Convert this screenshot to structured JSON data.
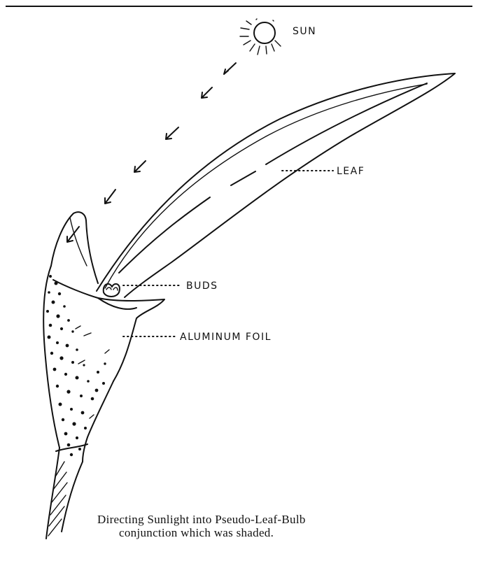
{
  "labels": {
    "sun": "SUN",
    "leaf": "LEAF",
    "buds": "BUDS",
    "foil": "ALUMINUM FOIL"
  },
  "caption": {
    "line1": "Directing Sunlight into Pseudo-Leaf-Bulb",
    "line2": "conjunction which was shaded."
  },
  "colors": {
    "ink": "#111111",
    "paper": "#ffffff"
  }
}
